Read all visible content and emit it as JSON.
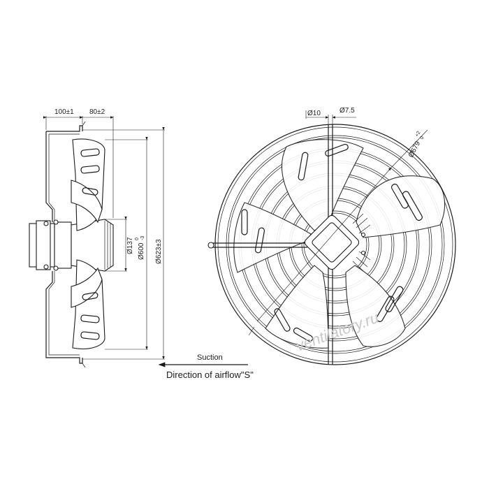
{
  "side_view": {
    "dim_overhang": "100±1",
    "dim_depth": "80±2",
    "dim_hub": "Ø137",
    "dim_blade_dia": "Ø600",
    "dim_blade_tol_upper": "0",
    "dim_blade_tol_lower": "-3",
    "dim_guard_dia": "Ø623±3"
  },
  "front_view": {
    "dim_hole_large": "Ø10",
    "dim_hole_small": "Ø7.5",
    "dim_bolt_circle": "Ø679",
    "dim_bolt_tol_upper": "+2",
    "dim_bolt_tol_lower": "0"
  },
  "airflow": {
    "suction_label": "Suction",
    "direction_label": "Direction of airflow\"S\""
  },
  "watermark": "ventilatory.ru"
}
